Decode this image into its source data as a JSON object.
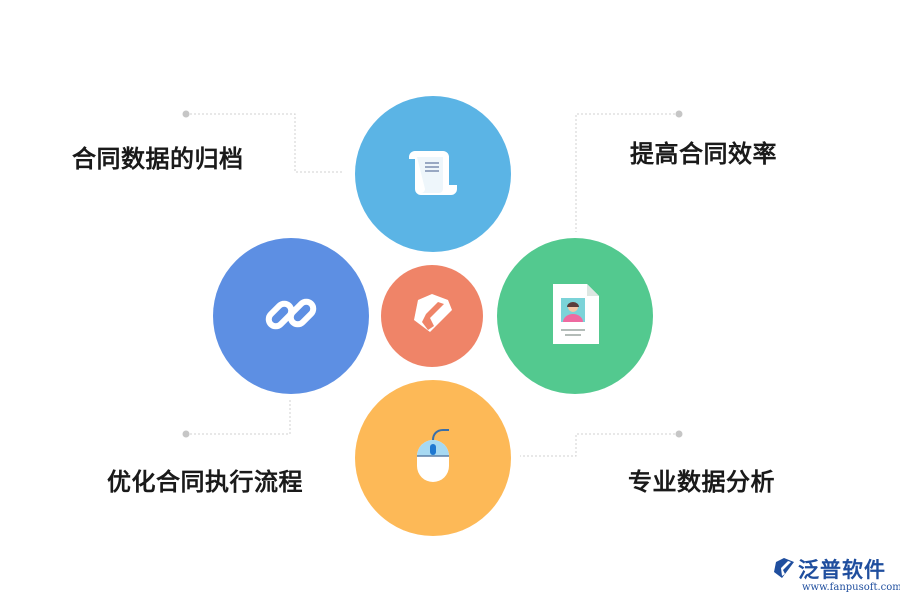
{
  "diagram": {
    "labels": {
      "top_left": "合同数据的归档",
      "top_right": "提高合同效率",
      "bottom_left": "优化合同执行流程",
      "bottom_right": "专业数据分析"
    },
    "colors": {
      "top": "#5bb4e5",
      "left": "#5d8fe3",
      "right": "#53c98f",
      "bottom": "#fdb957",
      "center": "#ef8468",
      "connector": "#cfcfcf"
    },
    "icons": {
      "top": "scroll-document-icon",
      "left": "chain-link-icon",
      "right": "id-card-icon",
      "bottom": "computer-mouse-icon",
      "center": "brand-logo-icon"
    }
  },
  "brand": {
    "name": "泛普软件",
    "url": "www.fanpusoft.com"
  }
}
